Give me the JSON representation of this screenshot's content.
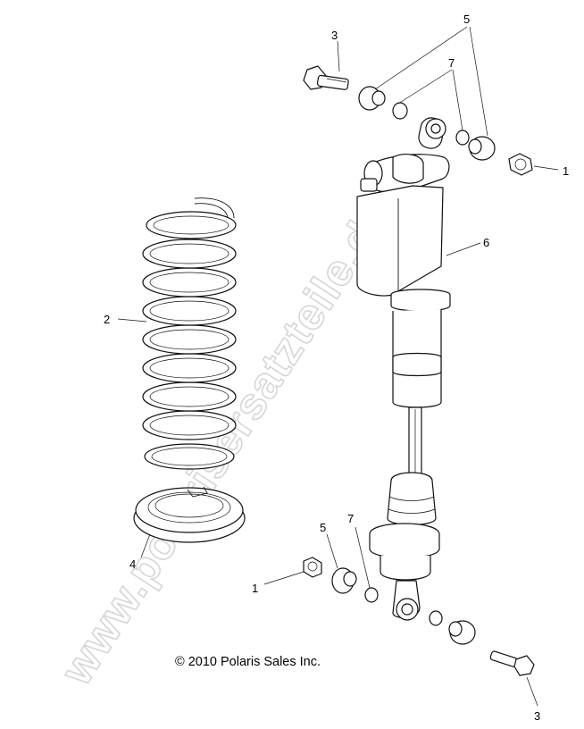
{
  "diagram": {
    "callouts": {
      "c1_top": "1",
      "c1_bottom": "1",
      "c2": "2",
      "c3_top": "3",
      "c3_bottom": "3",
      "c4": "4",
      "c5_top": "5",
      "c5_bottom": "5",
      "c6": "6",
      "c7_top": "7",
      "c7_bottom": "7"
    },
    "copyright": "© 2010 Polaris Sales Inc.",
    "watermark": "www.polarisersatzteile.de"
  }
}
